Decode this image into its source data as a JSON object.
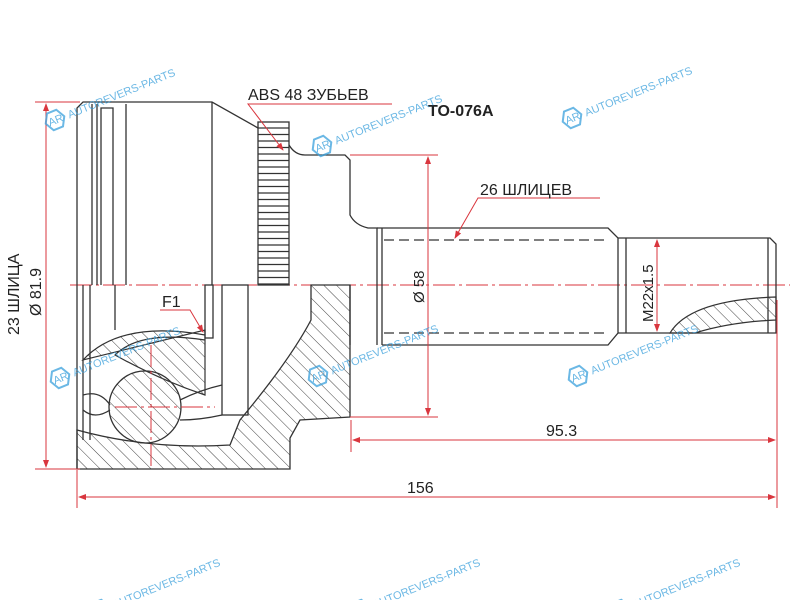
{
  "part_number": "TO-076A",
  "labels": {
    "abs": "ABS 48 ЗУБЬЕВ",
    "outer_splines": "23 ШЛИЦА",
    "outer_diameter": "Ø 81.9",
    "inner_splines": "26 ШЛИЦЕВ",
    "seal_diameter": "Ø 58",
    "thread": "M22x1.5",
    "feature": "F1",
    "shaft_length": "95.3",
    "total_length": "156"
  },
  "watermark": {
    "text": "AUTOREVERS-PARTS",
    "logo": "AR"
  },
  "colors": {
    "dimension": "#d9363e",
    "outline": "#333333",
    "watermark": "#3aa0dc"
  }
}
